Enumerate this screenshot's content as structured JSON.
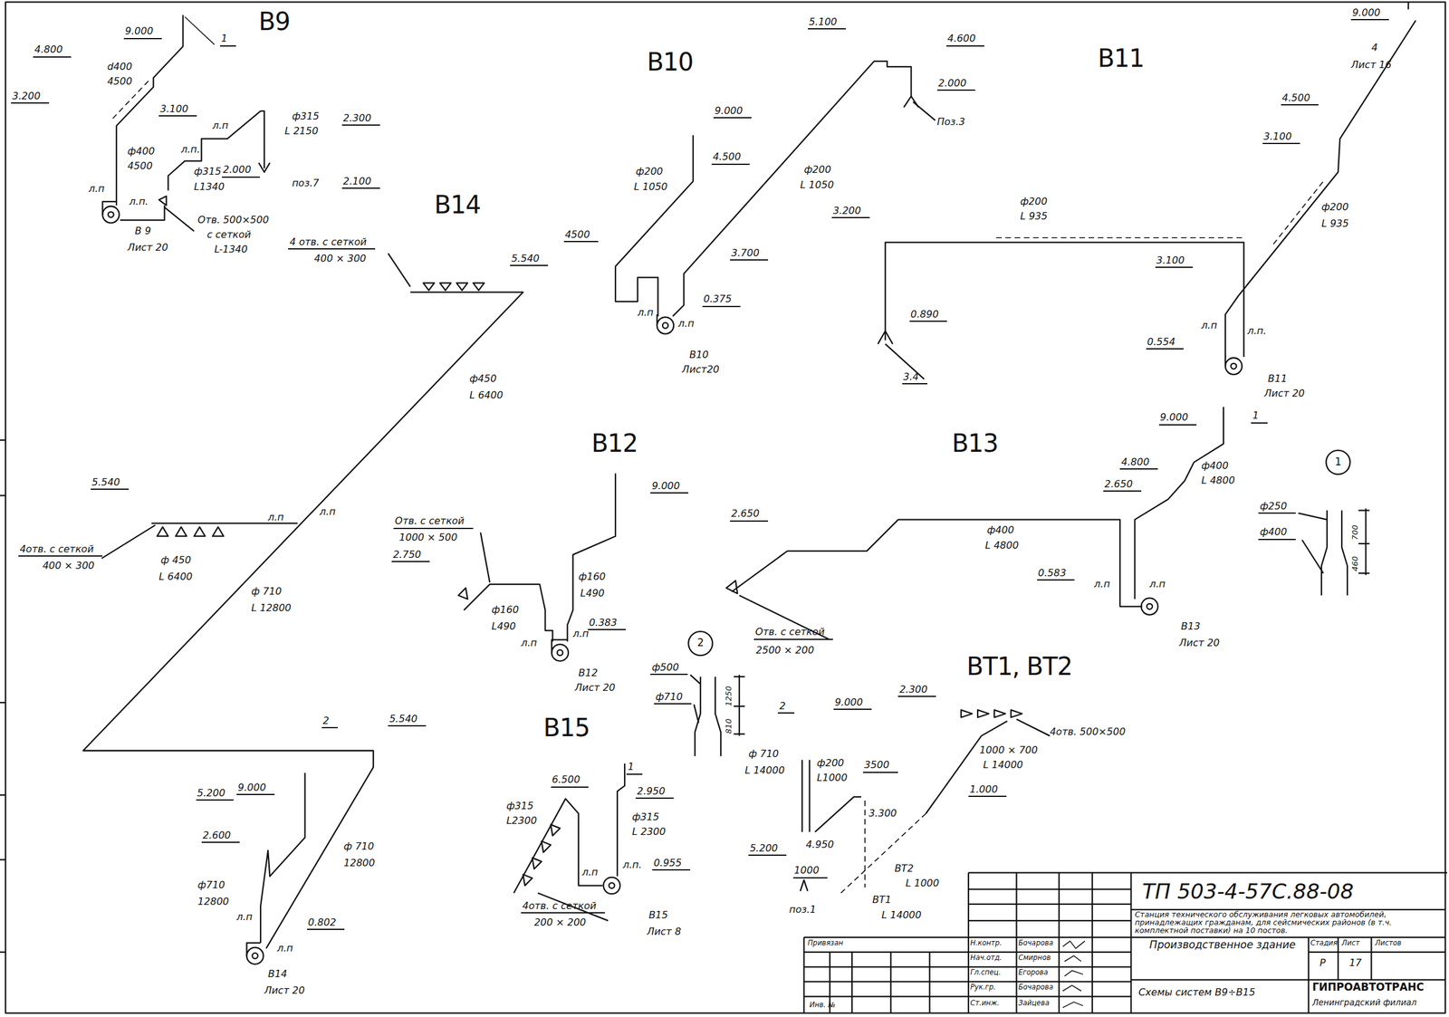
{
  "diagram": {
    "labels": [
      "В9",
      "9.000",
      "1",
      "4.800",
      "d400",
      "4500",
      "3.200",
      "3.100",
      "л.п",
      "ф315",
      "L 2150",
      "2.300",
      "ф400",
      "4500",
      "л.п.",
      "ф315",
      "L1340",
      "2.000",
      "поз.7",
      "2.100",
      "л.п",
      "л.п.",
      "Отв. 500×500",
      "с сеткой",
      "L-1340",
      "В 9",
      "Лист 20",
      "В10",
      "5.100",
      "4.600",
      "2.000",
      "Поз.3",
      "9.000",
      "4.500",
      "ф200",
      "L 1050",
      "ф200",
      "L 1050",
      "4500",
      "3.700",
      "0.375",
      "л.п",
      "л.п",
      "В10",
      "Лист20",
      "В11",
      "9.000",
      "4",
      "Лист 16",
      "4.500",
      "3.100",
      "ф200",
      "L 935",
      "ф200",
      "L 935",
      "3.200",
      "3.100",
      "0.890",
      "л.п",
      "л.п.",
      "0.554",
      "3.4",
      "В11",
      "Лист 20",
      "В14",
      "4 отв. с сеткой",
      "400 × 300",
      "5.540",
      "ф450",
      "L 6400",
      "В12",
      "9.000",
      "Отв. с сеткой",
      "1000 × 500",
      "2.750",
      "ф160",
      "L490",
      "ф160",
      "L490",
      "0.383",
      "л.п",
      "л.п",
      "В12",
      "Лист 20",
      "В13",
      "9.000",
      "1",
      "4.800",
      "2.650",
      "ф400",
      "L 4800",
      "2.650",
      "ф400",
      "L 4800",
      "0.583",
      "л.п",
      "л.п",
      "Отв. с сеткой",
      "2500 × 200",
      "В13",
      "Лист 20",
      "1",
      "ф250",
      "ф400",
      "700",
      "460",
      "5.540",
      "л.п",
      "л.п",
      "4отв. с сеткой",
      "400 × 300",
      "ф 450",
      "L 6400",
      "ф 710",
      "L 12800",
      "2",
      "ф500",
      "ф710",
      "1250",
      "810",
      "5.540",
      "2",
      "5.200",
      "9.000",
      "2.600",
      "ф 710",
      "12800",
      "ф710",
      "12800",
      "0.802",
      "л.п",
      "л.п",
      "В14",
      "Лист 20",
      "В15",
      "1",
      "6.500",
      "2.950",
      "ф315",
      "L2300",
      "ф315",
      "L 2300",
      "л.п.",
      "0.955",
      "л.п",
      "4отв. с сеткой",
      "200 × 200",
      "В15",
      "Лист 8",
      "ВТ1, ВТ2",
      "2.300",
      "2",
      "9.000",
      "4отв. 500×500",
      "1000 × 700",
      "L 14000",
      "ф 710",
      "L 14000",
      "ф200",
      "L1000",
      "3500",
      "1.000",
      "3.300",
      "5.200",
      "4.950",
      "1000",
      "ВТ2",
      "L 1000",
      "ВТ1",
      "L 14000",
      "поз.1",
      "ТП 503-4-57С.88-08",
      "Станция технического обслуживания легковых автомобилей, принадлежащих гражданам, для сейсмических районов (в т.ч. комплектной поставки) на 10 постов.",
      "Привязан",
      "Н.контр.",
      "Бочарова",
      "Нач.отд.",
      "Смирнов",
      "Гл.спец.",
      "Егорова",
      "Рук.гр.",
      "Бочарова",
      "Ст.инж.",
      "Зайцева",
      "Производственное здание",
      "Стадия",
      "Лист",
      "Листов",
      "Р",
      "17",
      "Схемы систем В9÷В15",
      "ГИПРОАВТОТРАНС",
      "Ленинградский филиал",
      "Инв. №"
    ]
  }
}
